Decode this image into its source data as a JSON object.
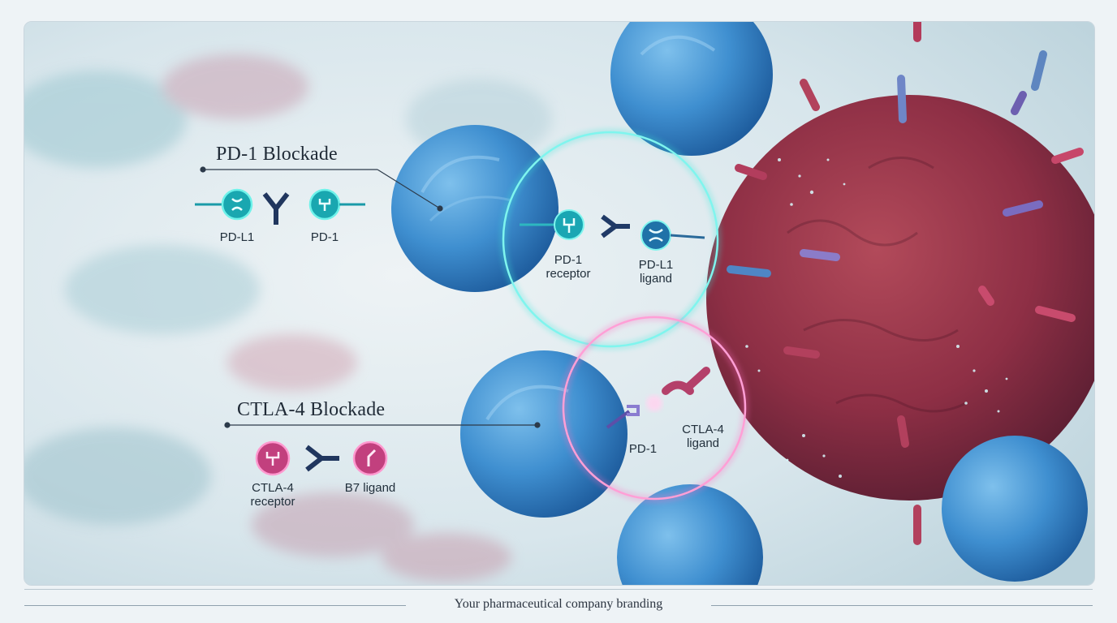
{
  "pd1": {
    "title": "PD-1 Blockade",
    "legend_left": "PD-L1",
    "legend_right": "PD-1",
    "receptor_label": "PD-1 receptor",
    "ligand_label": "PD-L1 ligand",
    "accent": "#1fd0c8"
  },
  "ctla4": {
    "title": "CTLA-4 Blockade",
    "legend_left": "CTLA-4 receptor",
    "legend_right": "B7 ligand",
    "left_label": "PD-1",
    "ligand_label": "CTLA-4 ligand",
    "accent": "#e05aa8"
  },
  "footer": {
    "branding": "Your pharmaceutical company branding"
  }
}
